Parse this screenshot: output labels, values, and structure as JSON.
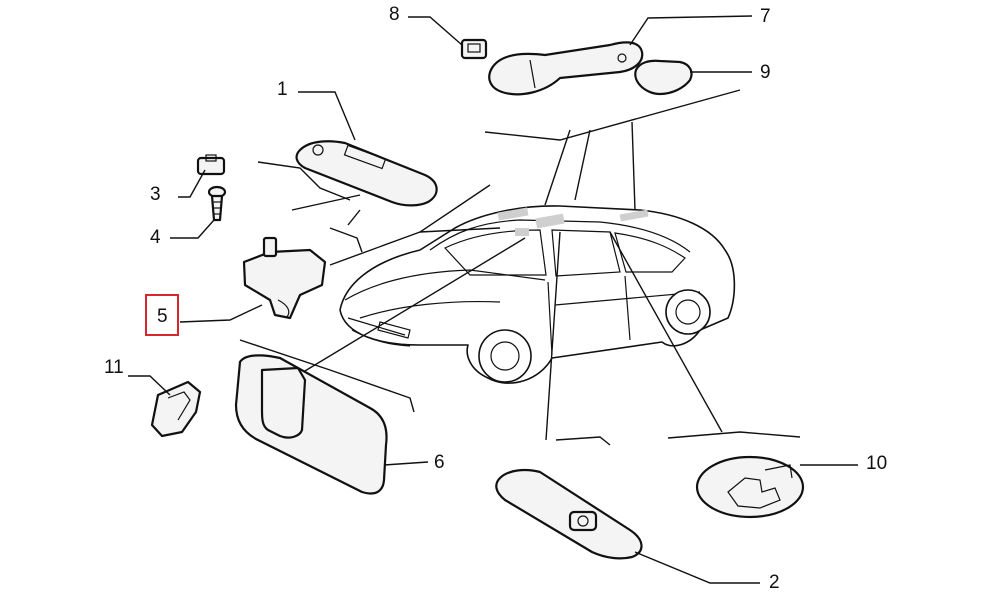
{
  "diagram": {
    "callouts": {
      "c1": "1",
      "c2": "2",
      "c3": "3",
      "c4": "4",
      "c5": "5",
      "c6": "6",
      "c7": "7",
      "c8": "8",
      "c9": "9",
      "c10": "10",
      "c11": "11"
    },
    "highlighted_callout": "5",
    "highlight_color": "#d62828"
  }
}
